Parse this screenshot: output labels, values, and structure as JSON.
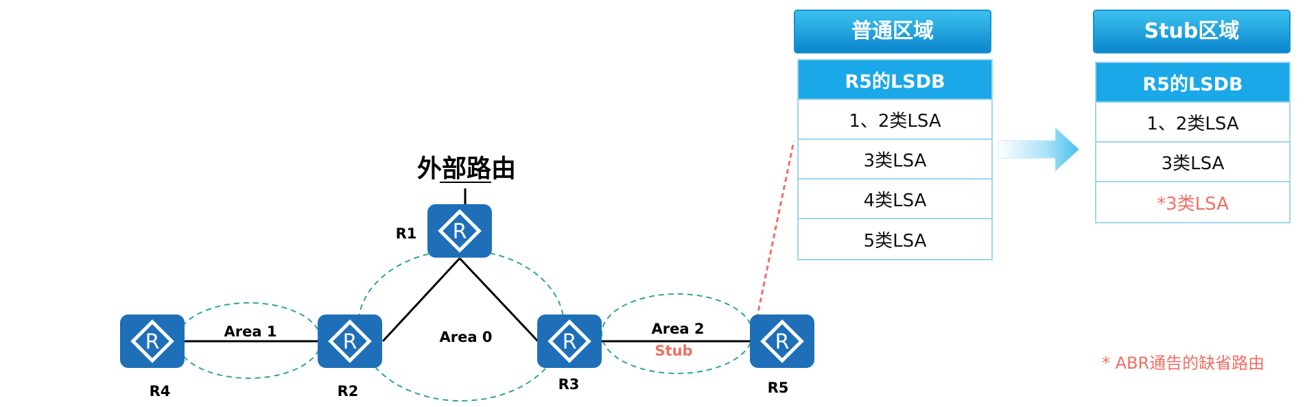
{
  "external_route": "外部路由",
  "routers": {
    "r1": {
      "label": "R1",
      "symbol": "R"
    },
    "r2": {
      "label": "R2",
      "symbol": "R"
    },
    "r3": {
      "label": "R3",
      "symbol": "R"
    },
    "r4": {
      "label": "R4",
      "symbol": "R"
    },
    "r5": {
      "label": "R5",
      "symbol": "R"
    }
  },
  "areas": {
    "area0": "Area 0",
    "area1": "Area 1",
    "area2": "Area 2",
    "area2_type": "Stub"
  },
  "normal_area": {
    "title": "普通区域",
    "table_header": "R5的LSDB",
    "rows": [
      "1、2类LSA",
      "3类LSA",
      "4类LSA",
      "5类LSA"
    ]
  },
  "stub_area": {
    "title": "Stub区域",
    "table_header": "R5的LSDB",
    "rows": [
      "1、2类LSA",
      "3类LSA",
      "*3类LSA"
    ]
  },
  "footnote": "* ABR通告的缺省路由",
  "colors": {
    "router_fill": "#1e6fb8",
    "area_outline": "#2aa39a",
    "link": "#000000",
    "accent_red": "#ef6f63",
    "header_blue": "#1aa8e8"
  },
  "icons": {
    "router": "router-icon",
    "arrow": "right-arrow-icon"
  }
}
